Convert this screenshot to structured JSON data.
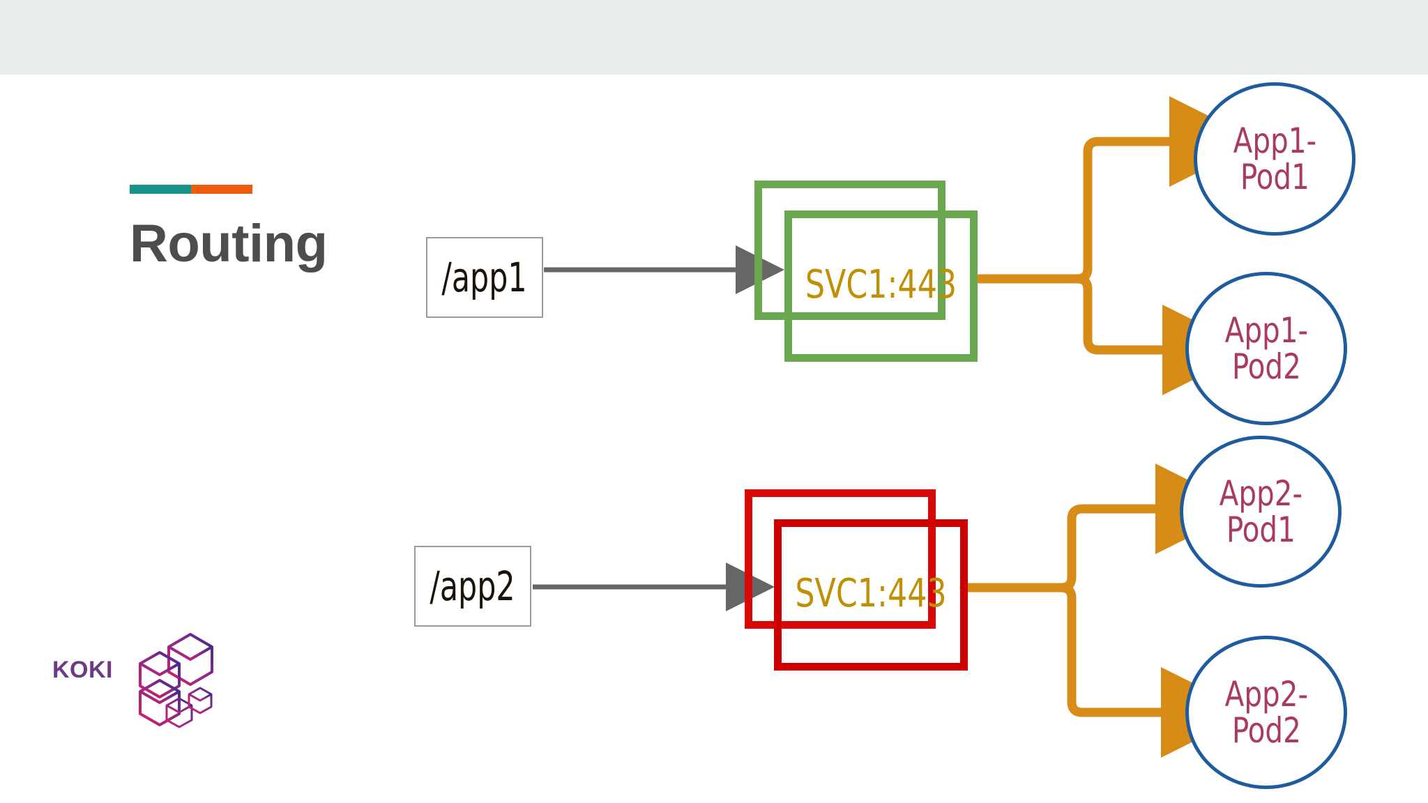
{
  "slide": {
    "title": "Routing",
    "accent_bar": {
      "left_color": "#17938b",
      "right_color": "#ef5b0c"
    },
    "background_color": "#ffffff",
    "top_band_color": "#e9edeb"
  },
  "logo": {
    "wordmark": "KOKI",
    "text_color": "#6d3a86",
    "mark_gradient_from": "#3b2b8c",
    "mark_gradient_to": "#d61d6e"
  },
  "diagram": {
    "colors": {
      "path_border": "#9a9a9a",
      "path_text": "#1a1309",
      "gray_arrow": "#666666",
      "svc_green": "#6aa84f",
      "svc_red": "#cc0000",
      "svc_text": "#bf8f06",
      "orange_connector": "#d88c18",
      "pod_border": "#1f5c9e",
      "pod_text": "#a83a63"
    },
    "groups": [
      {
        "id": "app1",
        "path": {
          "label": "/app1"
        },
        "service": {
          "label": "SVC1:443",
          "color": "#6aa84f"
        },
        "pods": [
          {
            "id": "app1-pod1",
            "line1": "App1-",
            "line2": "Pod1"
          },
          {
            "id": "app1-pod2",
            "line1": "App1-",
            "line2": "Pod2"
          }
        ]
      },
      {
        "id": "app2",
        "path": {
          "label": "/app2"
        },
        "service": {
          "label": "SVC1:443",
          "color": "#cc0000"
        },
        "pods": [
          {
            "id": "app2-pod1",
            "line1": "App2-",
            "line2": "Pod1"
          },
          {
            "id": "app2-pod2",
            "line1": "App2-",
            "line2": "Pod2"
          }
        ]
      }
    ]
  }
}
